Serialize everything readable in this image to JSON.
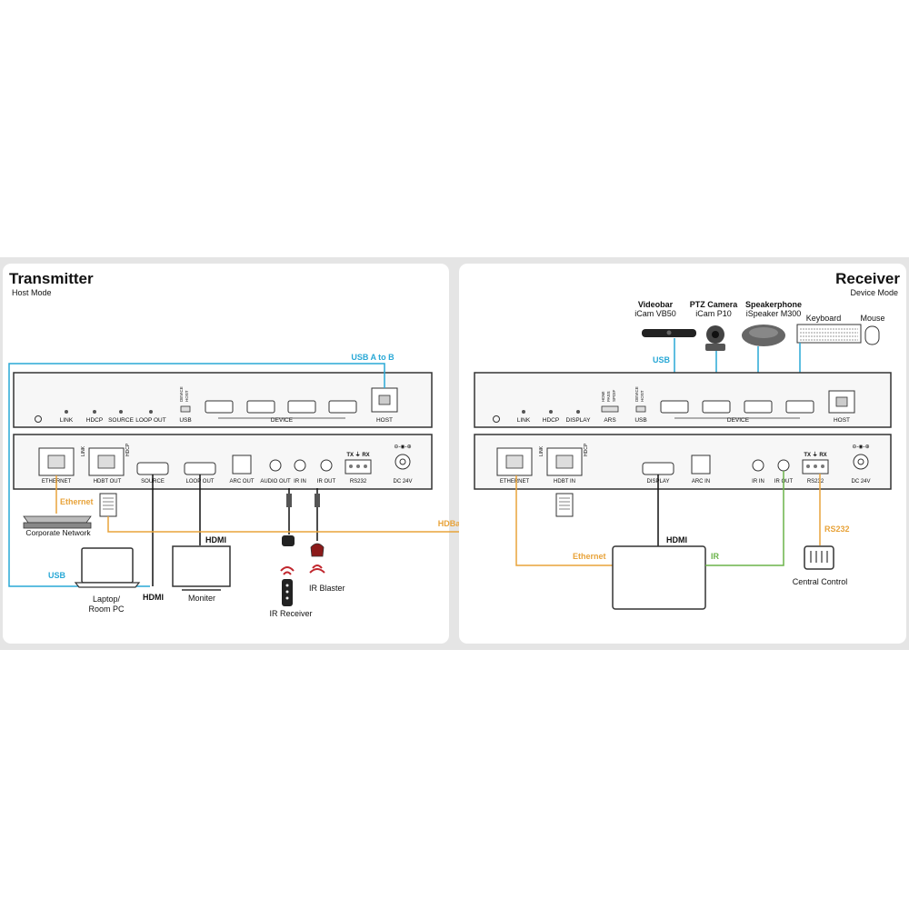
{
  "transmitter": {
    "title": "Transmitter",
    "mode": "Host Mode",
    "top_panel": {
      "indicators": [
        "LINK",
        "HDCP",
        "SOURCE",
        "LOOP OUT"
      ],
      "usb_label": "USB",
      "usb_switch_top": "DEVICE",
      "usb_switch_bottom": "HOST",
      "device_label": "DEVICE",
      "host_label": "HOST"
    },
    "bottom_panel": {
      "ethernet": "ETHERNET",
      "link": "LINK",
      "hdbt_out": "HDBT OUT",
      "hdcp": "HDCP",
      "source": "SOURCE",
      "loop_out": "LOOP OUT",
      "arc_out": "ARC OUT",
      "audio_out": "AUDIO OUT",
      "ir_in": "IR IN",
      "ir_out": "IR OUT",
      "rs232": "RS232",
      "rs232_pins": "TX ⏚ RX",
      "dc": "DC 24V"
    },
    "devices": {
      "corporate_network": "Corporate Network",
      "laptop_line1": "Laptop/",
      "laptop_line2": "Room PC",
      "monitor": "Moniter",
      "ir_receiver": "IR Receiver",
      "ir_blaster": "IR Blaster"
    },
    "cables": {
      "usb_a_to_b": "USB A to B",
      "ethernet": "Ethernet",
      "usb": "USB",
      "hdmi_laptop": "HDMI",
      "hdmi_monitor": "HDMI"
    }
  },
  "link_label": "HDBase T",
  "receiver": {
    "title": "Receiver",
    "mode": "Device Mode",
    "top_panel": {
      "indicators": [
        "LINK",
        "HDCP",
        "DISPLAY"
      ],
      "ars_label": "ARS",
      "ars_options": [
        "HDMI",
        "PASS",
        "SPDIF"
      ],
      "usb_label": "USB",
      "usb_switch_top": "DEVICE",
      "usb_switch_bottom": "HOST",
      "device_label": "DEVICE",
      "host_label": "HOST"
    },
    "bottom_panel": {
      "ethernet": "ETHERNET",
      "link": "LINK",
      "hdbt_in": "HDBT IN",
      "hdcp": "HDCP",
      "display": "DISPLAY",
      "arc_in": "ARC IN",
      "ir_in": "IR IN",
      "ir_out": "IR OUT",
      "rs232": "RS232",
      "rs232_pins": "TX ⏚ RX",
      "dc": "DC 24V"
    },
    "peripherals": [
      {
        "name": "Videobar",
        "model": "iCam VB50"
      },
      {
        "name": "PTZ Camera",
        "model": "iCam P10"
      },
      {
        "name": "Speakerphone",
        "model": "iSpeaker M300"
      }
    ],
    "keyboard": "Keyboard",
    "mouse": "Mouse",
    "central_control": "Central Control",
    "cables": {
      "usb": "USB",
      "ethernet": "Ethernet",
      "hdmi": "HDMI",
      "ir": "IR",
      "rs232": "RS232"
    }
  },
  "colors": {
    "usb": "#29a8d6",
    "ethernet": "#e8a33a",
    "ir": "#6bb34a",
    "hdmi": "#111111",
    "panel_bg": "#f7f7f7",
    "panel_stroke": "#333333",
    "card_bg": "#ffffff",
    "page_bg": "#e5e5e5"
  }
}
